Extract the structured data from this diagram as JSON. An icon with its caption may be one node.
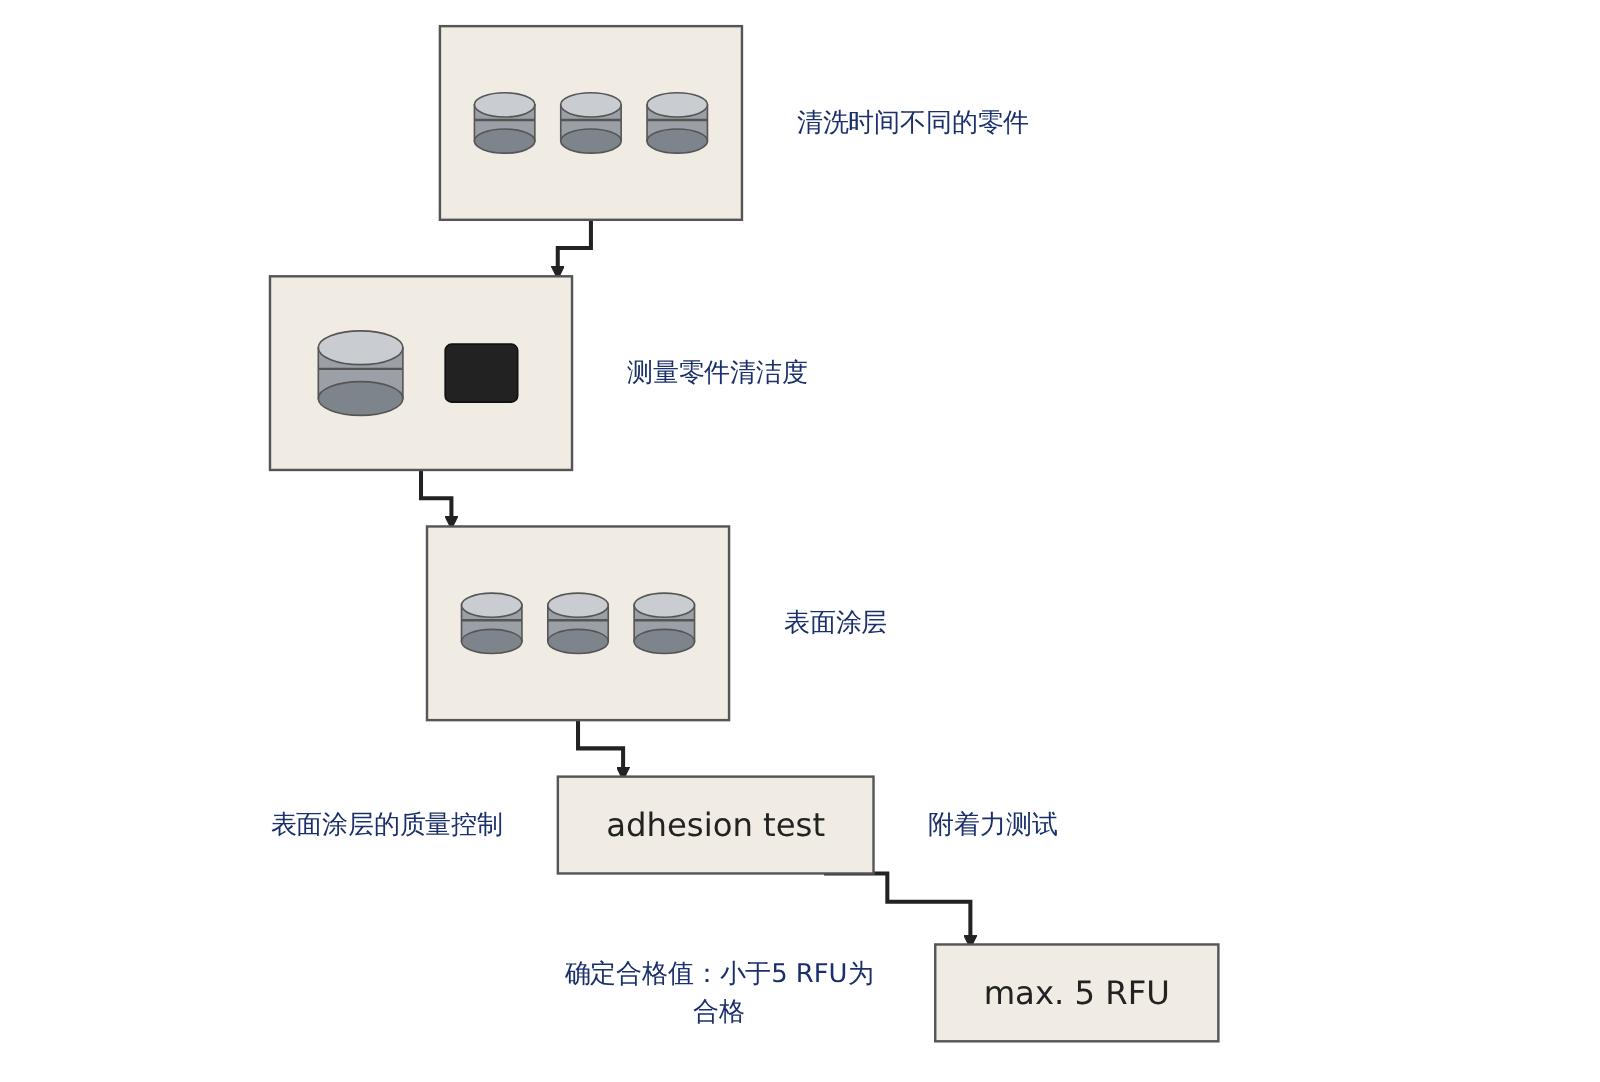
{
  "diagram": {
    "nodes": [
      {
        "text": [],
        "shape": "picture",
        "beside": [
          "清洗时间不同的零件"
        ]
      },
      {
        "text": [],
        "shape": "picture",
        "beside": [
          "测量零件清洁度"
        ]
      },
      {
        "text": [],
        "shape": "picture",
        "beside": [
          "表面涂层"
        ]
      },
      {
        "text": [
          "adhesion test"
        ],
        "beside": [
          "表面涂层的质量控制",
          "附着力测试"
        ]
      },
      {
        "text": [
          "max. 5 RFU"
        ],
        "beside": [
          "确定合格值：小于5 RFU为合格"
        ]
      }
    ],
    "edges": [
      {
        "from": 0,
        "to": 1,
        "arrow": "to"
      },
      {
        "from": 1,
        "to": 2,
        "arrow": "to"
      },
      {
        "from": 2,
        "to": 3,
        "arrow": "to"
      },
      {
        "from": 3,
        "to": 4,
        "arrow": "to"
      }
    ]
  }
}
